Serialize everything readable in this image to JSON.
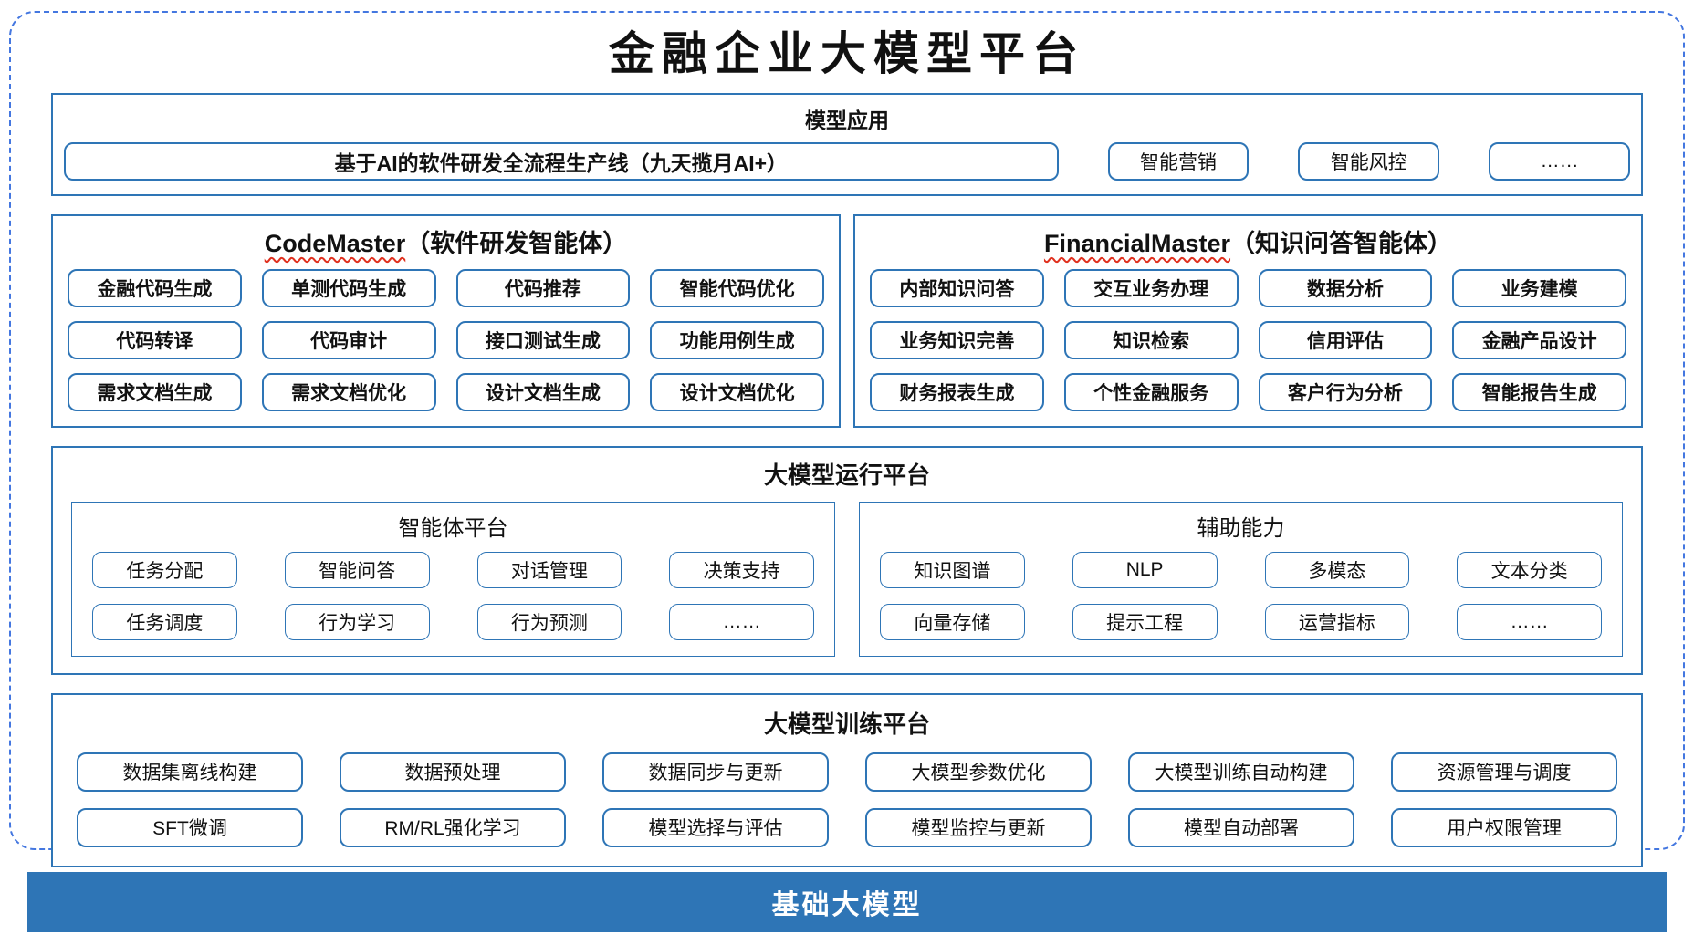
{
  "title": "金融企业大模型平台",
  "colors": {
    "accent_border": "#2E75B6",
    "outer_dash": "#4477E0",
    "spellcheck_squiggle": "#E0301E",
    "foundation_bar_bg": "#2E75B6",
    "foundation_bar_text": "#FFFFFF"
  },
  "model_app": {
    "header": "模型应用",
    "main_box": "基于AI的软件研发全流程生产线（九天揽月AI+）",
    "boxes": [
      "智能营销",
      "智能风控",
      "……"
    ]
  },
  "code_master": {
    "title_en": "CodeMaster",
    "title_zh": "（软件研发智能体）",
    "items": [
      "金融代码生成",
      "单测代码生成",
      "代码推荐",
      "智能代码优化",
      "代码转译",
      "代码审计",
      "接口测试生成",
      "功能用例生成",
      "需求文档生成",
      "需求文档优化",
      "设计文档生成",
      "设计文档优化"
    ]
  },
  "financial_master": {
    "title_en": "FinancialMaster",
    "title_zh": "（知识问答智能体）",
    "items": [
      "内部知识问答",
      "交互业务办理",
      "数据分析",
      "业务建模",
      "业务知识完善",
      "知识检索",
      "信用评估",
      "金融产品设计",
      "财务报表生成",
      "个性金融服务",
      "客户行为分析",
      "智能报告生成"
    ]
  },
  "runtime_platform": {
    "header": "大模型运行平台",
    "agent_platform": {
      "header": "智能体平台",
      "items": [
        "任务分配",
        "智能问答",
        "对话管理",
        "决策支持",
        "任务调度",
        "行为学习",
        "行为预测",
        "……"
      ]
    },
    "aux_capability": {
      "header": "辅助能力",
      "items": [
        "知识图谱",
        "NLP",
        "多模态",
        "文本分类",
        "向量存储",
        "提示工程",
        "运营指标",
        "……"
      ]
    }
  },
  "training_platform": {
    "header": "大模型训练平台",
    "items": [
      "数据集离线构建",
      "数据预处理",
      "数据同步与更新",
      "大模型参数优化",
      "大模型训练自动构建",
      "资源管理与调度",
      "SFT微调",
      "RM/RL强化学习",
      "模型选择与评估",
      "模型监控与更新",
      "模型自动部署",
      "用户权限管理"
    ]
  },
  "foundation": {
    "label": "基础大模型"
  }
}
